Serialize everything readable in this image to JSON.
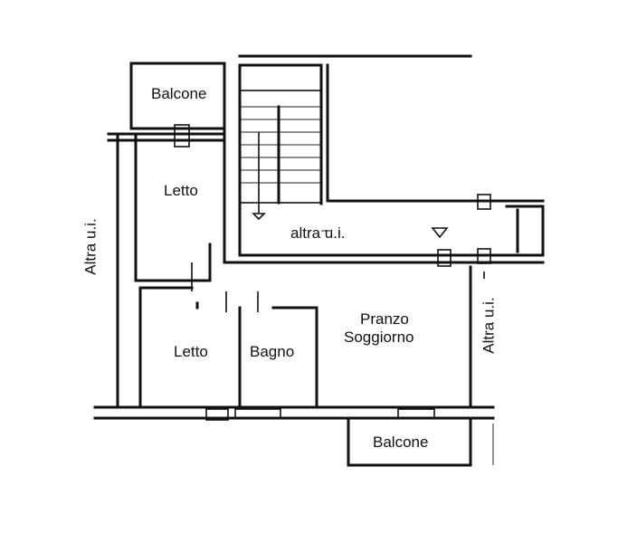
{
  "rooms": {
    "balcone_top": "Balcone",
    "letto_top": "Letto",
    "altra_ui_corridor": "altra u.i.",
    "altra_ui_left": "Altra u.i.",
    "letto_bottom": "Letto",
    "bagno": "Bagno",
    "pranzo": "Pranzo",
    "soggiorno": "Soggiorno",
    "altra_ui_right": "Altra u.i.",
    "balcone_bottom": "Balcone"
  }
}
